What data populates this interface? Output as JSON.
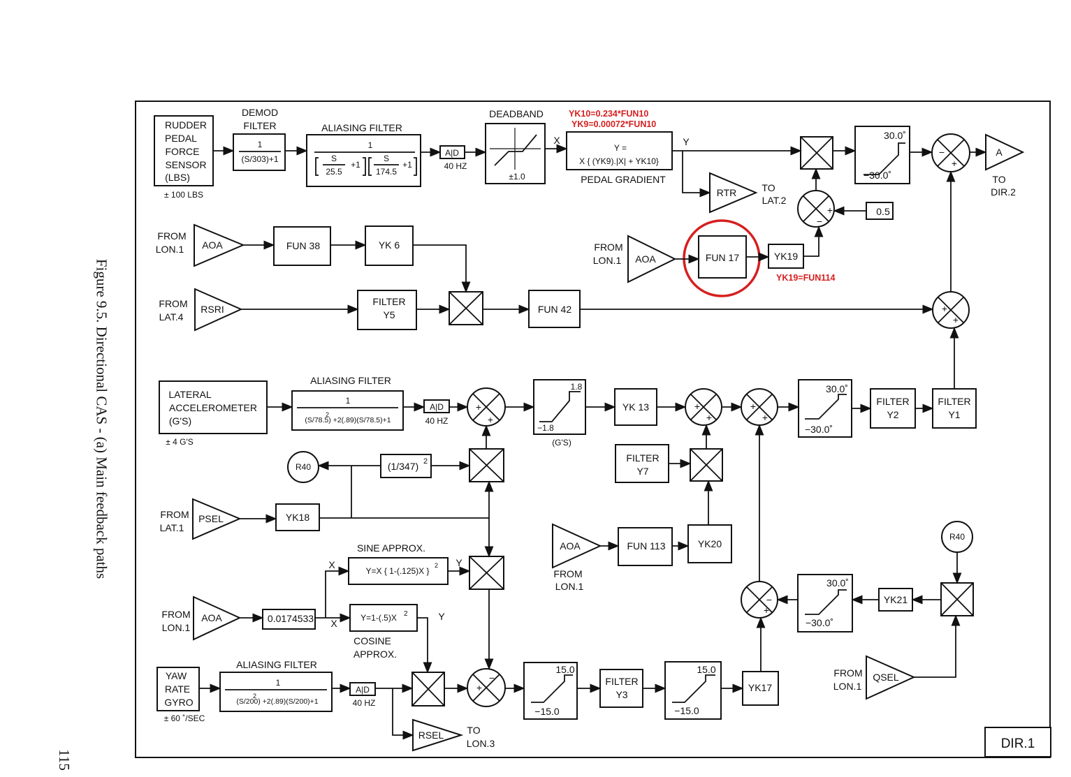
{
  "page": {
    "caption": "Figure 9.5.  Directional CAS  -  (a) Main feedback paths",
    "page_number": "115",
    "sheet_label": "DIR.1"
  },
  "annotations": {
    "yk10": "YK10=0.234*FUN10",
    "yk9": "YK9=0.00072*FUN10",
    "yk19": "YK19=FUN114"
  },
  "labels": {
    "rudder_l1": "RUDDER",
    "rudder_l2": "PEDAL",
    "rudder_l3": "FORCE",
    "rudder_l4": "SENSOR",
    "rudder_l5": "(LBS)",
    "rudder_range": "± 100 LBS",
    "demod_title1": "DEMOD",
    "demod_title2": "FILTER",
    "demod_num": "1",
    "demod_den": "(S/303)+1",
    "alias1_title": "ALIASING FILTER",
    "alias1_num": "1",
    "alias1_s1": "S",
    "alias1_d1": "25.5",
    "alias1_p1": "+1",
    "alias1_s2": "S",
    "alias1_d2": "174.5",
    "alias1_p2": "+1",
    "ad": "A|D",
    "hz40": "40 HZ",
    "deadband": "DEADBAND",
    "deadband_val": "±1.0",
    "x": "X",
    "y": "Y",
    "pg_l1": "Y =",
    "pg_l2": "X { (YK9).|X| + YK10}",
    "pg_title": "PEDAL GRADIENT",
    "rtr": "RTR",
    "to": "TO",
    "lat2": "LAT.2",
    "dir2": "DIR.2",
    "lim30p": "30.0˚",
    "lim30n": "−30.0˚",
    "a_amp": "A",
    "half": "0.5",
    "from": "FROM",
    "lon1": "LON.1",
    "lat4": "LAT.4",
    "lat1": "LAT.1",
    "lon3": "LON.3",
    "aoa": "AOA",
    "fun38": "FUN 38",
    "yk6": "YK 6",
    "fun17": "FUN 17",
    "yk19": "YK19",
    "rsri": "RSRI",
    "filter": "FILTER",
    "y5": "Y5",
    "fun42": "FUN 42",
    "la_l1": "LATERAL",
    "la_l2": "ACCELEROMETER",
    "la_l3": "(G'S)",
    "la_range": "± 4 G'S",
    "alias2_title": "ALIASING FILTER",
    "alias2_num": "1",
    "alias2_den": "(S/78.5)  +2(.89)(S/78.5)+1",
    "sq": "2",
    "lim18p": "1.8",
    "lim18n": "−1.8",
    "gs": "(G'S)",
    "yk13": "YK 13",
    "y2": "Y2",
    "y1": "Y1",
    "y7": "Y7",
    "r40": "R40",
    "k347": "(1/347)",
    "psel": "PSEL",
    "yk18": "YK18",
    "fun113": "FUN 113",
    "yk20": "YK20",
    "sine_title": "SINE APPROX.",
    "sine_eq": "Y=X { 1-(.125)X  }",
    "k0174": "0.0174533",
    "cos_eq": "Y=1-(.5)X",
    "cos_l1": "COSINE",
    "cos_l2": "APPROX.",
    "yk21": "YK21",
    "qsel": "QSEL",
    "yaw_l1": "YAW",
    "yaw_l2": "RATE",
    "yaw_l3": "GYRO",
    "yaw_range": "± 60 ˚/SEC",
    "alias3_title": "ALIASING FILTER",
    "alias3_num": "1",
    "alias3_den": "(S/200)  +2(.89)(S/200)+1",
    "lim15p": "15.0",
    "lim15n": "−15.0",
    "y3": "Y3",
    "yk17": "YK17",
    "rsel": "RSEL",
    "plus": "+",
    "minus": "−"
  },
  "colors": {
    "ink": "#111111",
    "highlight": "#d61f1f"
  }
}
